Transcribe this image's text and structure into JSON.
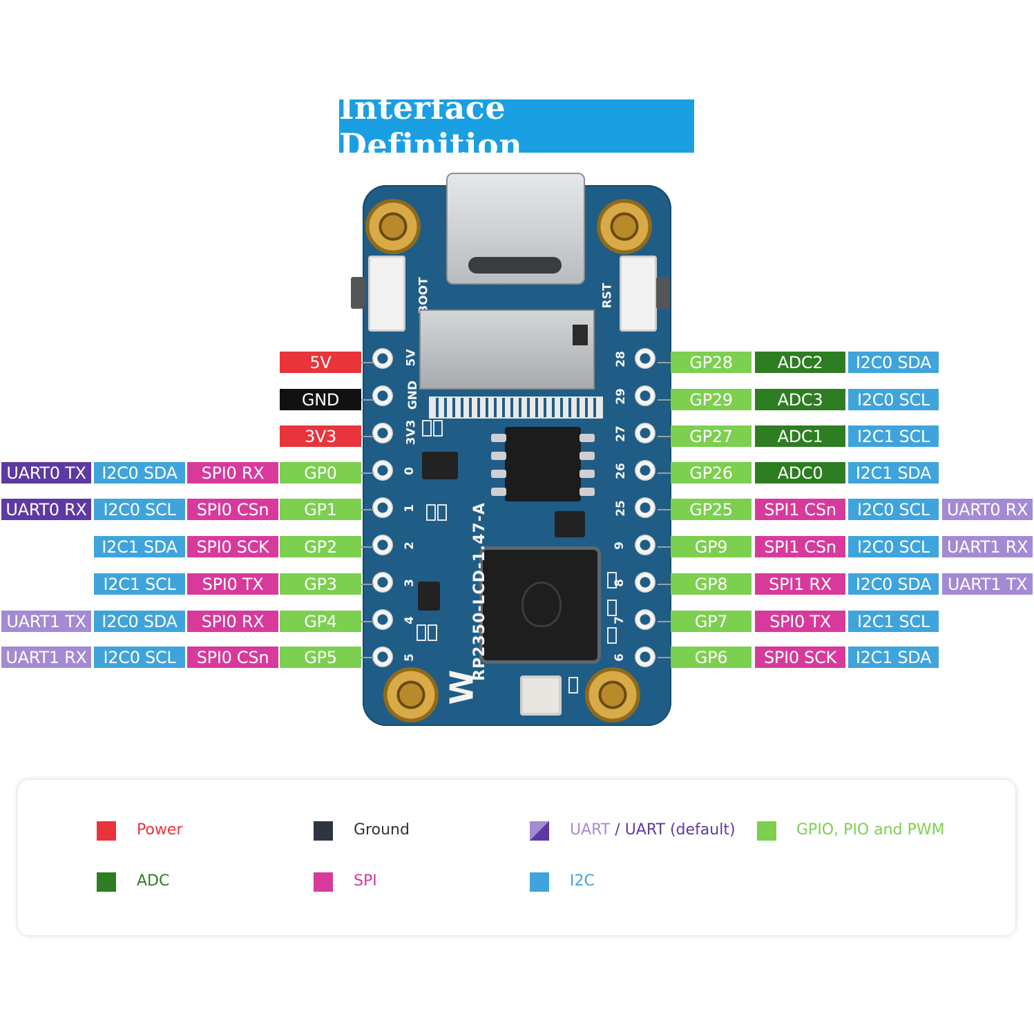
{
  "title": "Interface Definition",
  "board": {
    "silkscreen": {
      "boot": "BOOT",
      "rst": "RST",
      "model": "RP2350-LCD-1.47-A",
      "pin_5v": "5V",
      "pin_gnd": "GND",
      "pin_3v3": "3V3",
      "left_numbers": [
        "0",
        "1",
        "2",
        "3",
        "4",
        "5"
      ],
      "right_numbers": [
        "28",
        "29",
        "27",
        "26",
        "25",
        "9",
        "8",
        "7",
        "6"
      ],
      "logo": "W"
    }
  },
  "colors": {
    "power": "#e8343a",
    "ground": "#111111",
    "uart": "#5d39a3",
    "uart_default": "#a48ad4",
    "gpio": "#7ccf4f",
    "adc": "#2e7d22",
    "spi": "#d83a9c",
    "i2c": "#3fa4dc"
  },
  "left_pins": [
    {
      "labels": [
        {
          "text": "5V",
          "kind": "power"
        }
      ]
    },
    {
      "labels": [
        {
          "text": "GND",
          "kind": "ground"
        }
      ]
    },
    {
      "labels": [
        {
          "text": "3V3",
          "kind": "power"
        }
      ]
    },
    {
      "labels": [
        {
          "text": "GP0",
          "kind": "gpio"
        },
        {
          "text": "SPI0 RX",
          "kind": "spi"
        },
        {
          "text": "I2C0 SDA",
          "kind": "i2c"
        },
        {
          "text": "UART0 TX",
          "kind": "uart"
        }
      ]
    },
    {
      "labels": [
        {
          "text": "GP1",
          "kind": "gpio"
        },
        {
          "text": "SPI0 CSn",
          "kind": "spi"
        },
        {
          "text": "I2C0 SCL",
          "kind": "i2c"
        },
        {
          "text": "UART0 RX",
          "kind": "uart"
        }
      ]
    },
    {
      "labels": [
        {
          "text": "GP2",
          "kind": "gpio"
        },
        {
          "text": "SPI0 SCK",
          "kind": "spi"
        },
        {
          "text": "I2C1 SDA",
          "kind": "i2c"
        }
      ]
    },
    {
      "labels": [
        {
          "text": "GP3",
          "kind": "gpio"
        },
        {
          "text": "SPI0 TX",
          "kind": "spi"
        },
        {
          "text": "I2C1 SCL",
          "kind": "i2c"
        }
      ]
    },
    {
      "labels": [
        {
          "text": "GP4",
          "kind": "gpio"
        },
        {
          "text": "SPI0 RX",
          "kind": "spi"
        },
        {
          "text": "I2C0 SDA",
          "kind": "i2c"
        },
        {
          "text": "UART1 TX",
          "kind": "uart_default"
        }
      ]
    },
    {
      "labels": [
        {
          "text": "GP5",
          "kind": "gpio"
        },
        {
          "text": "SPI0 CSn",
          "kind": "spi"
        },
        {
          "text": "I2C0 SCL",
          "kind": "i2c"
        },
        {
          "text": "UART1 RX",
          "kind": "uart_default"
        }
      ]
    }
  ],
  "right_pins": [
    {
      "labels": [
        {
          "text": "GP28",
          "kind": "gpio"
        },
        {
          "text": "ADC2",
          "kind": "adc"
        },
        {
          "text": "I2C0 SDA",
          "kind": "i2c"
        }
      ]
    },
    {
      "labels": [
        {
          "text": "GP29",
          "kind": "gpio"
        },
        {
          "text": "ADC3",
          "kind": "adc"
        },
        {
          "text": "I2C0 SCL",
          "kind": "i2c"
        }
      ]
    },
    {
      "labels": [
        {
          "text": "GP27",
          "kind": "gpio"
        },
        {
          "text": "ADC1",
          "kind": "adc"
        },
        {
          "text": "I2C1 SCL",
          "kind": "i2c"
        }
      ]
    },
    {
      "labels": [
        {
          "text": "GP26",
          "kind": "gpio"
        },
        {
          "text": "ADC0",
          "kind": "adc"
        },
        {
          "text": "I2C1 SDA",
          "kind": "i2c"
        }
      ]
    },
    {
      "labels": [
        {
          "text": "GP25",
          "kind": "gpio"
        },
        {
          "text": "SPI1 CSn",
          "kind": "spi"
        },
        {
          "text": "I2C0 SCL",
          "kind": "i2c"
        },
        {
          "text": "UART0 RX",
          "kind": "uart_default"
        }
      ]
    },
    {
      "labels": [
        {
          "text": "GP9",
          "kind": "gpio"
        },
        {
          "text": "SPI1 CSn",
          "kind": "spi"
        },
        {
          "text": "I2C0 SCL",
          "kind": "i2c"
        },
        {
          "text": "UART1 RX",
          "kind": "uart_default"
        }
      ]
    },
    {
      "labels": [
        {
          "text": "GP8",
          "kind": "gpio"
        },
        {
          "text": "SPI1 RX",
          "kind": "spi"
        },
        {
          "text": "I2C0 SDA",
          "kind": "i2c"
        },
        {
          "text": "UART1 TX",
          "kind": "uart_default"
        }
      ]
    },
    {
      "labels": [
        {
          "text": "GP7",
          "kind": "gpio"
        },
        {
          "text": "SPI0 TX",
          "kind": "spi"
        },
        {
          "text": "I2C1 SCL",
          "kind": "i2c"
        }
      ]
    },
    {
      "labels": [
        {
          "text": "GP6",
          "kind": "gpio"
        },
        {
          "text": "SPI0 SCK",
          "kind": "spi"
        },
        {
          "text": "I2C1 SDA",
          "kind": "i2c"
        }
      ]
    }
  ],
  "legend": {
    "power": "Power",
    "ground": "Ground",
    "uart": "UART",
    "uart_separator": " / ",
    "uart_default": "UART (default)",
    "gpio": "GPIO, PIO and PWM",
    "adc": "ADC",
    "spi": "SPI",
    "i2c": "I2C"
  }
}
